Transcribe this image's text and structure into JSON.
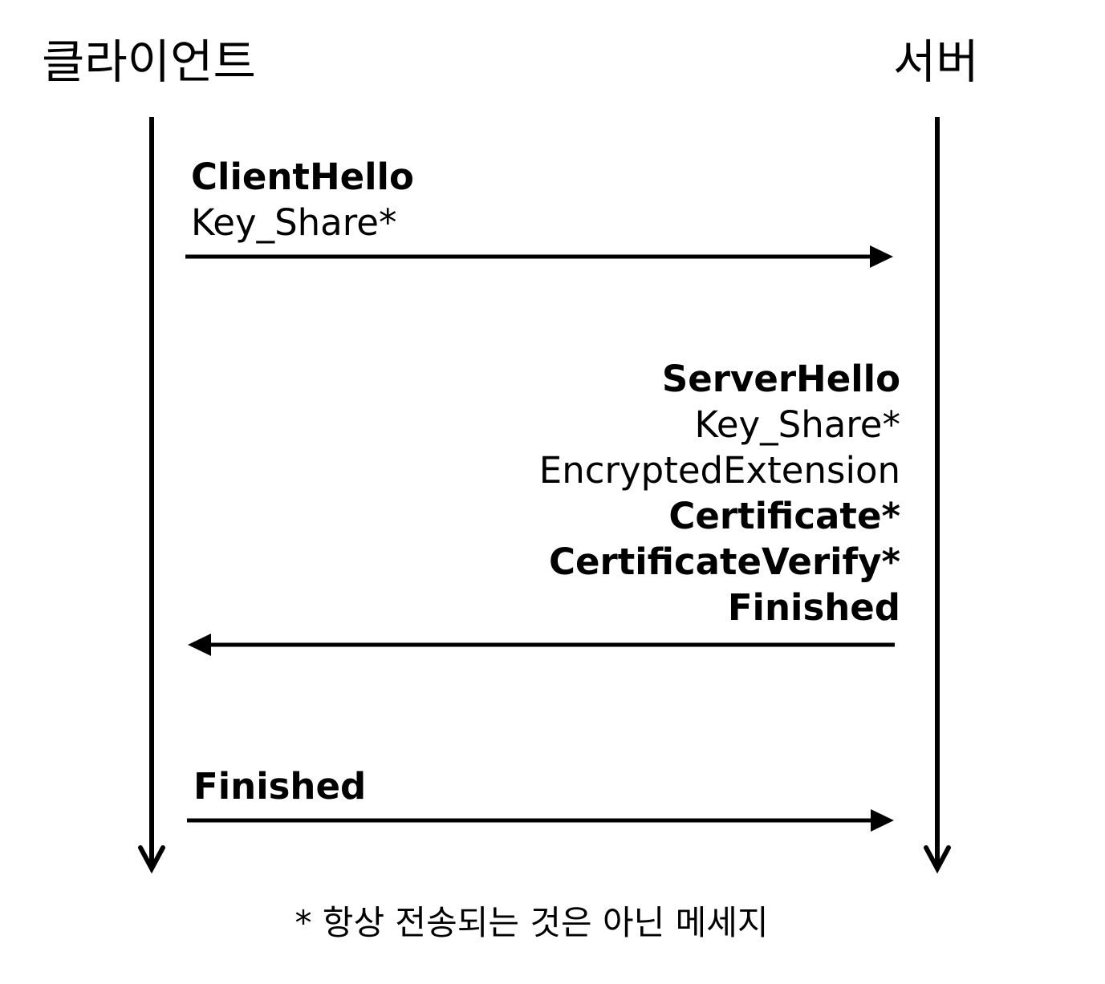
{
  "lanes": {
    "client": "클라이언트",
    "server": "서버"
  },
  "messages": [
    {
      "direction": "client-to-server",
      "lines": [
        {
          "text": "ClientHello",
          "bold": true
        },
        {
          "text": "Key_Share*",
          "bold": false
        }
      ]
    },
    {
      "direction": "server-to-client",
      "lines": [
        {
          "text": "ServerHello",
          "bold": true
        },
        {
          "text": "Key_Share*",
          "bold": false
        },
        {
          "text": "EncryptedExtension",
          "bold": false
        },
        {
          "text": "Certificate*",
          "bold": true
        },
        {
          "text": "CertificateVerify*",
          "bold": true
        },
        {
          "text": "Finished",
          "bold": true
        }
      ]
    },
    {
      "direction": "client-to-server",
      "lines": [
        {
          "text": "Finished",
          "bold": true
        }
      ]
    }
  ],
  "footnote": "* 항상 전송되는 것은 아닌 메세지",
  "colors": {
    "line": "#000000",
    "background": "#ffffff"
  }
}
